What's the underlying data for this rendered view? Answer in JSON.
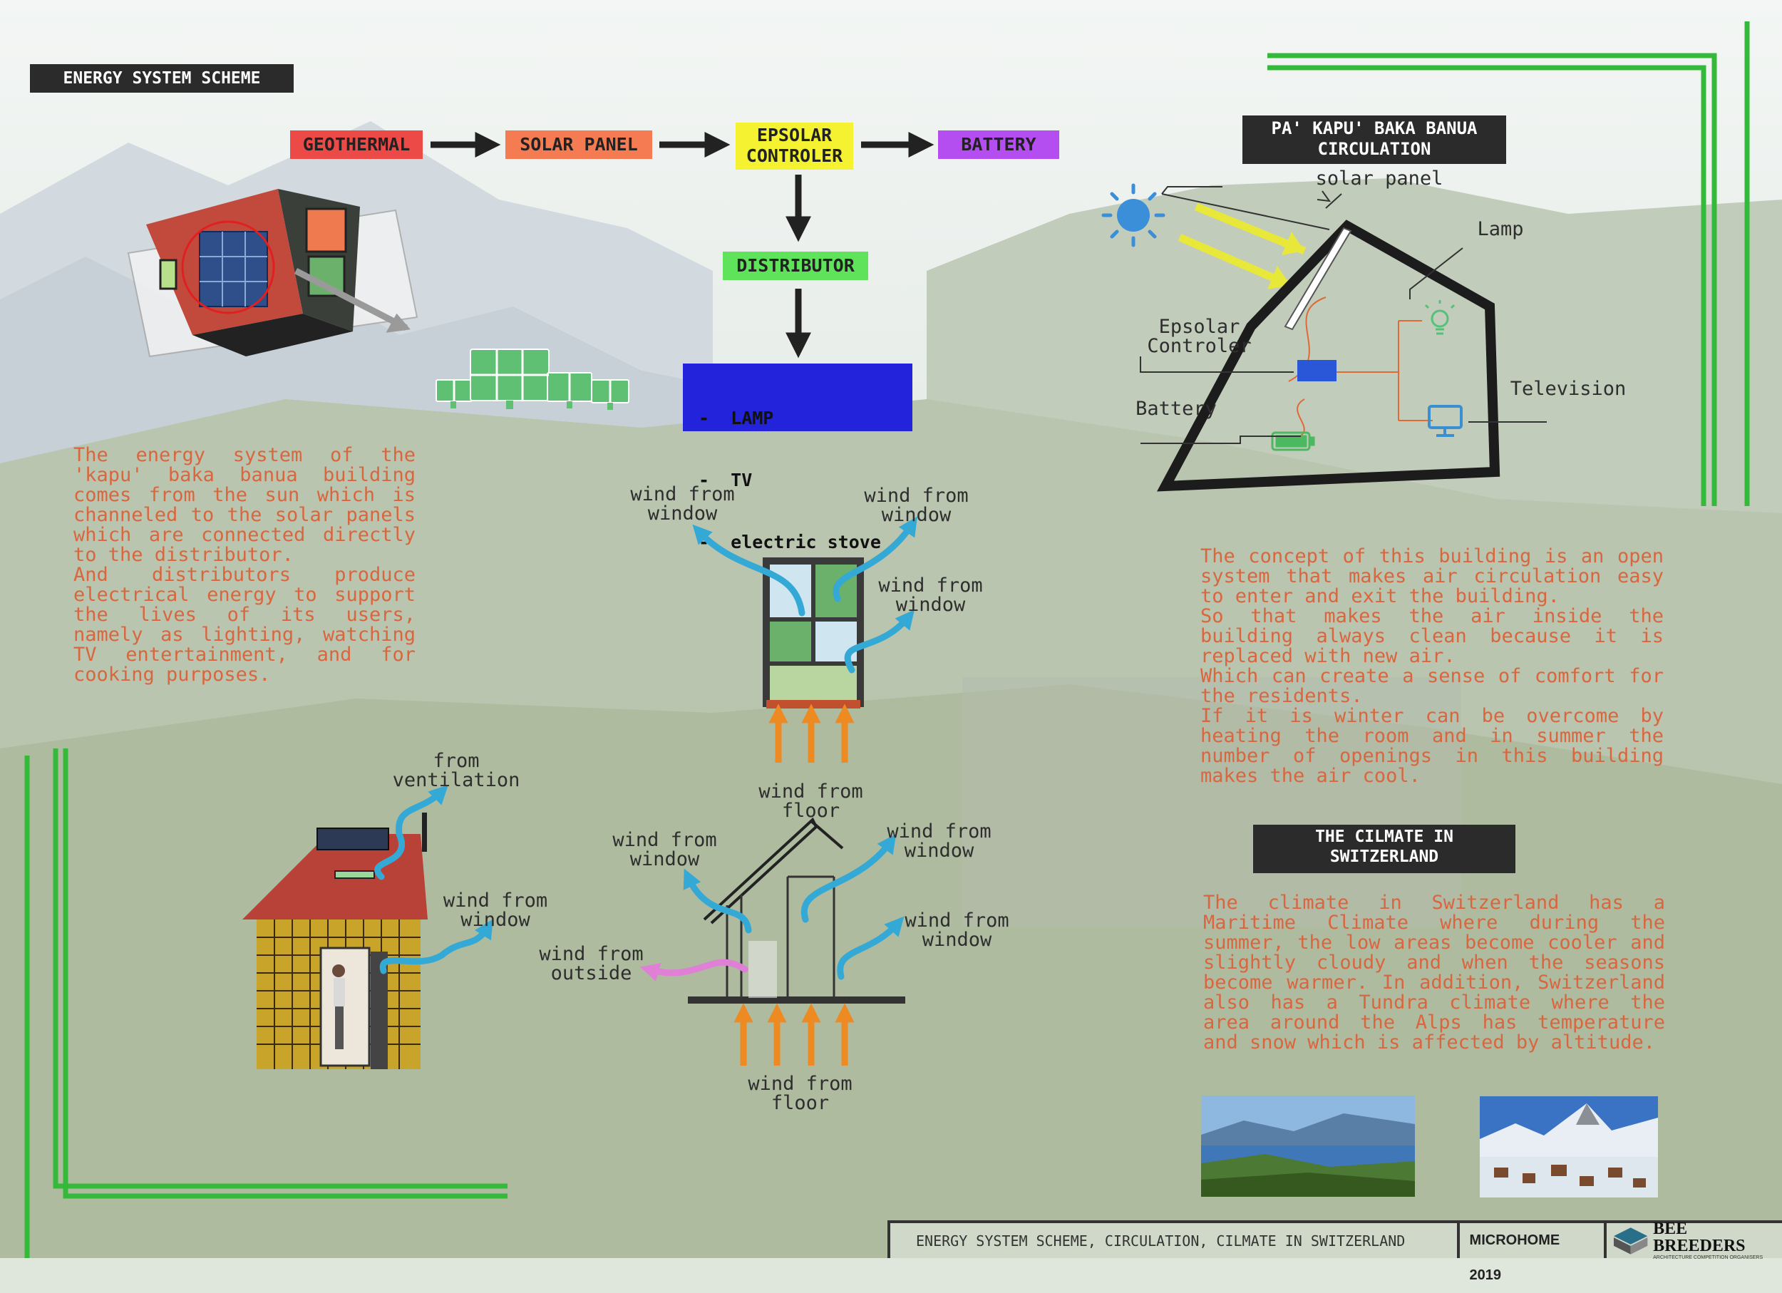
{
  "header": {
    "title": "ENERGY SYSTEM SCHEME"
  },
  "flow": {
    "geothermal": "GEOTHERMAL",
    "solar_panel": "SOLAR PANEL",
    "epsolar": [
      "EPSOLAR",
      "CONTROLER"
    ],
    "battery": "BATTERY",
    "distributor": "DISTRIBUTOR",
    "loads": [
      "-  LAMP",
      "-  TV",
      "-  electric stove"
    ]
  },
  "energy_text": [
    "The energy system of the 'kapu' baka banua building comes from the sun which is channeled to the solar panels which are connected directly to the distributor.",
    "And distributors produce electrical energy to support the lives of its users, namely as lighting, watching TV entertainment, and for cooking purposes."
  ],
  "circulation": {
    "title": [
      "PA' KAPU' BAKA BANUA",
      "CIRCULATION"
    ],
    "labels": {
      "solar_panel": "solar panel",
      "lamp": "Lamp",
      "epsolar": [
        "Epsolar",
        "Controler"
      ],
      "television": "Television",
      "battery": "Battery"
    }
  },
  "concept_text": [
    "The concept of this building is an open system that makes air circulation easy to enter and exit the building.",
    "So that makes the air inside the building always clean because it is replaced with new air.",
    "Which can create a sense of comfort for the residents.",
    "If it is winter can be overcome by heating the room and in summer the number of openings in this building makes the air cool."
  ],
  "wind_labels": {
    "front_left": [
      "wind from",
      "window"
    ],
    "front_right": [
      "wind from",
      "window"
    ],
    "front_mid": [
      "wind from",
      "window"
    ],
    "front_floor": [
      "wind from",
      "floor"
    ],
    "house_vent": [
      "from",
      "ventilation"
    ],
    "house_window": [
      "wind from",
      "window"
    ],
    "sec_left": [
      "wind from",
      "window"
    ],
    "sec_right": [
      "wind from",
      "window"
    ],
    "sec_mid": [
      "wind from",
      "window"
    ],
    "sec_outside": [
      "wind from",
      "outside"
    ],
    "sec_floor": [
      "wind from",
      "floor"
    ]
  },
  "climate": {
    "title": [
      "THE CILMATE IN",
      "SWITZERLAND"
    ],
    "text": "The climate in Switzerland has a Maritime Climate where during the summer, the low areas become cooler and slightly cloudy and when the seasons become warmer. In addition, Switzerland also has a Tundra climate where the area around the Alps has temperature and snow which is affected by altitude."
  },
  "footer": {
    "caption": "ENERGY SYSTEM SCHEME, CIRCULATION, CILMATE IN SWITZERLAND",
    "competition": "MICROHOME 2019",
    "brand": "BEE BREEDERS",
    "brand_sub": "ARCHITECTURE COMPETITION ORGANISERS"
  },
  "colors": {
    "geothermal": "#ec4a46",
    "solar_panel": "#f47b52",
    "epsolar": "#f5f232",
    "battery": "#b44ef0",
    "distributor": "#5ee35a",
    "loads_bg": "#2323dc",
    "green_frame": "#35b93a",
    "wind_blue": "#35a9d6",
    "wind_orange": "#ee8a22",
    "wind_pink": "#e07fd6",
    "text_orange": "#d9663f"
  }
}
